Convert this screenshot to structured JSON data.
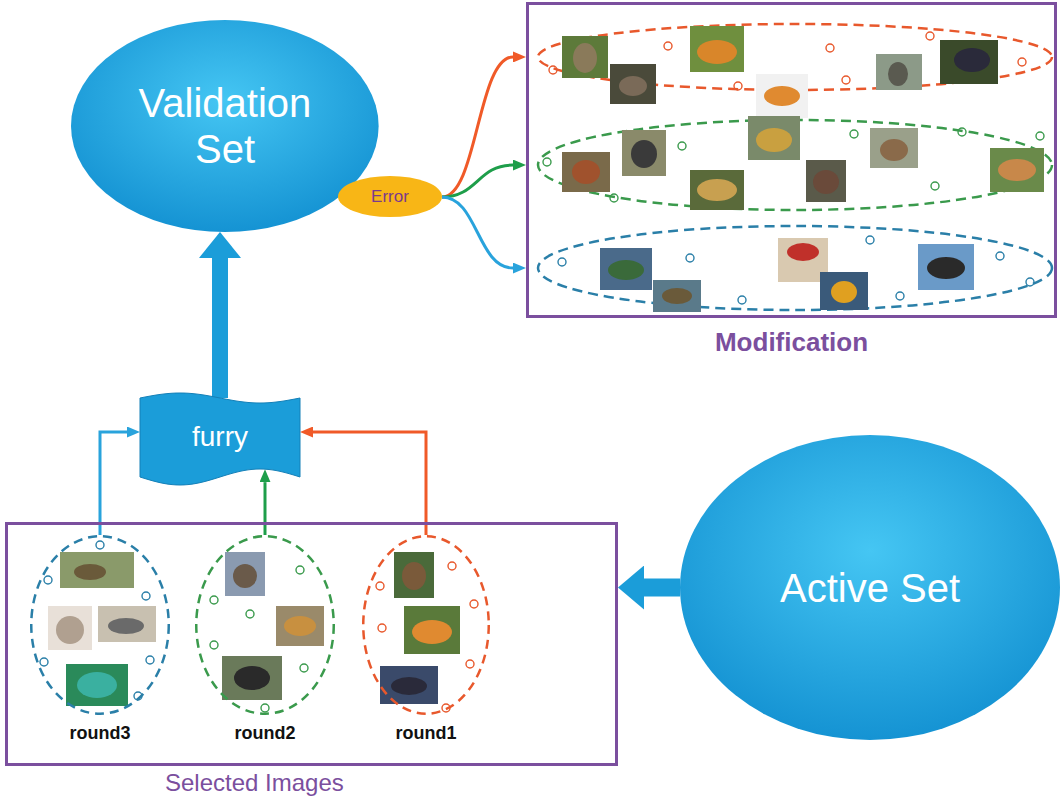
{
  "diagram": {
    "nodes": [
      {
        "text": [
          "Validation Set"
        ]
      },
      {
        "text": [
          "Error"
        ],
        "in": 0
      },
      {
        "text": [
          "Modification"
        ]
      },
      {
        "text": [
          "furry"
        ]
      },
      {
        "text": [
          "Selected Images"
        ]
      },
      {
        "text": [
          "round3"
        ],
        "in": 4
      },
      {
        "text": [
          "round2"
        ],
        "in": 4
      },
      {
        "text": [
          "round1"
        ],
        "in": 4
      },
      {
        "text": [
          "Active Set"
        ]
      }
    ],
    "edges": [
      {
        "from": 1,
        "to": 2,
        "arrow": "to"
      },
      {
        "from": 1,
        "to": 2,
        "arrow": "to"
      },
      {
        "from": 1,
        "to": 2,
        "arrow": "to"
      },
      {
        "from": 3,
        "to": 0,
        "arrow": "to"
      },
      {
        "from": 5,
        "to": 3,
        "arrow": "to"
      },
      {
        "from": 6,
        "to": 3,
        "arrow": "to"
      },
      {
        "from": 7,
        "to": 3,
        "arrow": "to"
      },
      {
        "from": 8,
        "to": 4,
        "arrow": "to"
      }
    ]
  }
}
